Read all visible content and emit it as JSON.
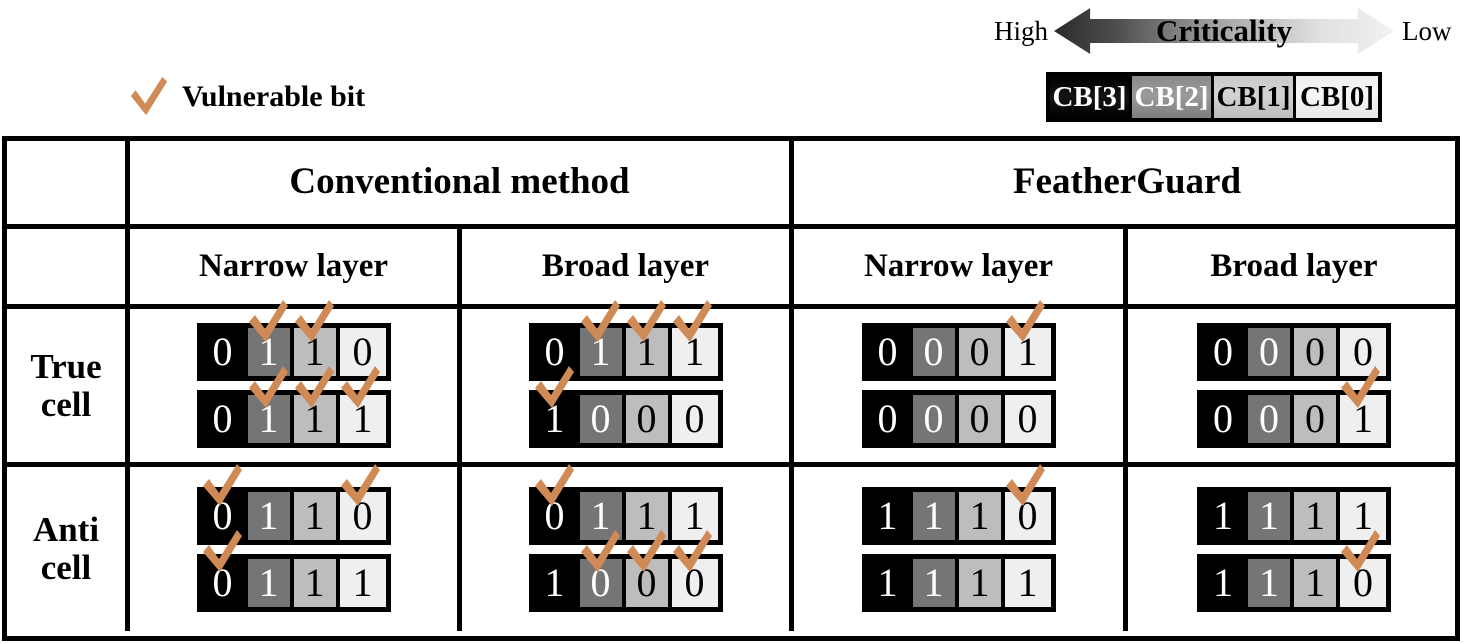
{
  "criticality": {
    "high_label": "High",
    "low_label": "Low",
    "arrow_label": "Criticality",
    "cb_boxes": [
      {
        "name": "CB[3]",
        "shade": "black"
      },
      {
        "name": "CB[2]",
        "shade": "dark-gray"
      },
      {
        "name": "CB[1]",
        "shade": "light-gray"
      },
      {
        "name": "CB[0]",
        "shade": "near-white"
      }
    ]
  },
  "legend": {
    "check_icon": "check-icon",
    "label": "Vulnerable bit",
    "check_color": "#d08a55"
  },
  "table": {
    "corner_label": "",
    "group_headers": [
      {
        "label": "Conventional method"
      },
      {
        "label": "FeatherGuard"
      }
    ],
    "sub_headers": [
      {
        "label": "Narrow layer"
      },
      {
        "label": "Broad layer"
      },
      {
        "label": "Narrow layer"
      },
      {
        "label": "Broad layer"
      }
    ],
    "rows": [
      {
        "label": "True\ncell",
        "label_line1": "True",
        "label_line2": "cell",
        "cells": [
          {
            "method": "Conventional method",
            "layer": "Narrow layer",
            "words": [
              {
                "bits": [
                  "0",
                  "1",
                  "1",
                  "0"
                ],
                "vulnerable": [
                  false,
                  true,
                  true,
                  false
                ]
              },
              {
                "bits": [
                  "0",
                  "1",
                  "1",
                  "1"
                ],
                "vulnerable": [
                  false,
                  true,
                  true,
                  true
                ]
              }
            ]
          },
          {
            "method": "Conventional method",
            "layer": "Broad layer",
            "words": [
              {
                "bits": [
                  "0",
                  "1",
                  "1",
                  "1"
                ],
                "vulnerable": [
                  false,
                  true,
                  true,
                  true
                ]
              },
              {
                "bits": [
                  "1",
                  "0",
                  "0",
                  "0"
                ],
                "vulnerable": [
                  true,
                  false,
                  false,
                  false
                ]
              }
            ]
          },
          {
            "method": "FeatherGuard",
            "layer": "Narrow layer",
            "words": [
              {
                "bits": [
                  "0",
                  "0",
                  "0",
                  "1"
                ],
                "vulnerable": [
                  false,
                  false,
                  false,
                  true
                ]
              },
              {
                "bits": [
                  "0",
                  "0",
                  "0",
                  "0"
                ],
                "vulnerable": [
                  false,
                  false,
                  false,
                  false
                ]
              }
            ]
          },
          {
            "method": "FeatherGuard",
            "layer": "Broad layer",
            "words": [
              {
                "bits": [
                  "0",
                  "0",
                  "0",
                  "0"
                ],
                "vulnerable": [
                  false,
                  false,
                  false,
                  false
                ]
              },
              {
                "bits": [
                  "0",
                  "0",
                  "0",
                  "1"
                ],
                "vulnerable": [
                  false,
                  false,
                  false,
                  true
                ]
              }
            ]
          }
        ]
      },
      {
        "label": "Anti\ncell",
        "label_line1": "Anti",
        "label_line2": "cell",
        "cells": [
          {
            "method": "Conventional method",
            "layer": "Narrow layer",
            "words": [
              {
                "bits": [
                  "0",
                  "1",
                  "1",
                  "0"
                ],
                "vulnerable": [
                  true,
                  false,
                  false,
                  true
                ]
              },
              {
                "bits": [
                  "0",
                  "1",
                  "1",
                  "1"
                ],
                "vulnerable": [
                  true,
                  false,
                  false,
                  false
                ]
              }
            ]
          },
          {
            "method": "Conventional method",
            "layer": "Broad layer",
            "words": [
              {
                "bits": [
                  "0",
                  "1",
                  "1",
                  "1"
                ],
                "vulnerable": [
                  true,
                  false,
                  false,
                  false
                ]
              },
              {
                "bits": [
                  "1",
                  "0",
                  "0",
                  "0"
                ],
                "vulnerable": [
                  false,
                  true,
                  true,
                  true
                ]
              }
            ]
          },
          {
            "method": "FeatherGuard",
            "layer": "Narrow layer",
            "words": [
              {
                "bits": [
                  "1",
                  "1",
                  "1",
                  "0"
                ],
                "vulnerable": [
                  false,
                  false,
                  false,
                  true
                ]
              },
              {
                "bits": [
                  "1",
                  "1",
                  "1",
                  "1"
                ],
                "vulnerable": [
                  false,
                  false,
                  false,
                  false
                ]
              }
            ]
          },
          {
            "method": "FeatherGuard",
            "layer": "Broad layer",
            "words": [
              {
                "bits": [
                  "1",
                  "1",
                  "1",
                  "1"
                ],
                "vulnerable": [
                  false,
                  false,
                  false,
                  false
                ]
              },
              {
                "bits": [
                  "1",
                  "1",
                  "1",
                  "0"
                ],
                "vulnerable": [
                  false,
                  false,
                  false,
                  true
                ]
              }
            ]
          }
        ]
      }
    ]
  }
}
